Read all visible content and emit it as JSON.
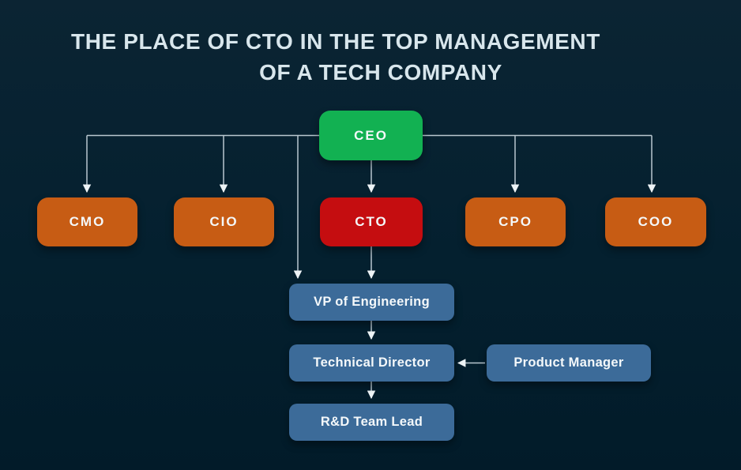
{
  "title": {
    "line1": "THE PLACE OF CTO IN THE TOP MANAGEMENT",
    "line2": "OF A TECH COMPANY"
  },
  "colors": {
    "background": "#04202f",
    "title_text": "#d8e6ec",
    "connector": "#b9c7d0",
    "arrowhead": "#edf3f6",
    "box_text": "#f4f8fa",
    "ceo_green": "#12b152",
    "clevel_orange": "#c75c14",
    "cto_red": "#c50d10",
    "sub_blue": "#3c6b99"
  },
  "nodes": {
    "ceo": {
      "label": "CEO",
      "color": "#12b152"
    },
    "cmo": {
      "label": "CMO",
      "color": "#c75c14"
    },
    "cio": {
      "label": "CIO",
      "color": "#c75c14"
    },
    "cto": {
      "label": "CTO",
      "color": "#c50d10"
    },
    "cpo": {
      "label": "CPO",
      "color": "#c75c14"
    },
    "coo": {
      "label": "COO",
      "color": "#c75c14"
    },
    "vp_engineering": {
      "label": "VP of Engineering",
      "color": "#3c6b99"
    },
    "technical_director": {
      "label": "Technical Director",
      "color": "#3c6b99"
    },
    "product_manager": {
      "label": "Product Manager",
      "color": "#3c6b99"
    },
    "rnd_team_lead": {
      "label": "R&D Team Lead",
      "color": "#3c6b99"
    }
  },
  "edges": [
    {
      "from": "ceo",
      "to": "cmo"
    },
    {
      "from": "ceo",
      "to": "cio"
    },
    {
      "from": "ceo",
      "to": "cto"
    },
    {
      "from": "ceo",
      "to": "cpo"
    },
    {
      "from": "ceo",
      "to": "coo"
    },
    {
      "from": "ceo",
      "to": "vp_engineering"
    },
    {
      "from": "cto",
      "to": "vp_engineering"
    },
    {
      "from": "vp_engineering",
      "to": "technical_director"
    },
    {
      "from": "product_manager",
      "to": "technical_director"
    },
    {
      "from": "technical_director",
      "to": "rnd_team_lead"
    }
  ]
}
